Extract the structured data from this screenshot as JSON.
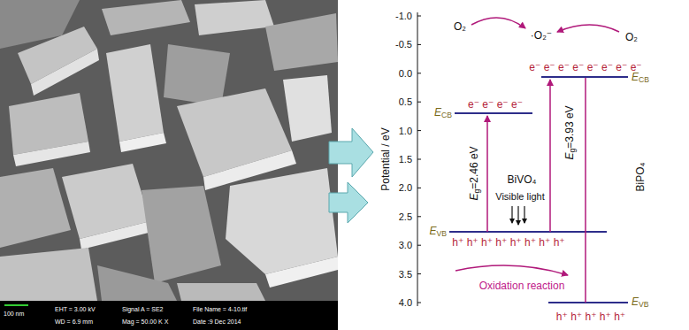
{
  "diagram": {
    "labels": [
      "100 nm",
      "EHT = 3.00 kV",
      "WD = 6.9 mm",
      "Signal A = SE2",
      "Mag = 50.00 K X",
      "File Name = 4-10.tif",
      "Date :9 Dec 2014",
      "-1.0",
      "-0.5",
      "0.0",
      "0.5",
      "1.0",
      "1.5",
      "2.0",
      "2.5",
      "3.0",
      "3.5",
      "4.0",
      "Potential / eV",
      "O₂",
      "·O₂⁻",
      "O₂",
      "E",
      "CB",
      "e⁻ e⁻ e⁻ e⁻",
      "e⁻ e⁻ e⁻ e⁻ e⁻ e⁻ e⁻ e⁻",
      "E",
      "CB",
      "E",
      "g",
      "=2.46 eV",
      "BiVO₄",
      "Visible light",
      "E",
      "VB",
      "h⁺ h⁺ h⁺ h⁺ h⁺ h⁺ h⁺ h⁺",
      "Oxidation reaction",
      "E",
      "g",
      "=3.93 eV",
      "BiPO₄",
      "E",
      "VB",
      "h⁺ h⁺ h⁺ h⁺ h⁺"
    ]
  }
}
